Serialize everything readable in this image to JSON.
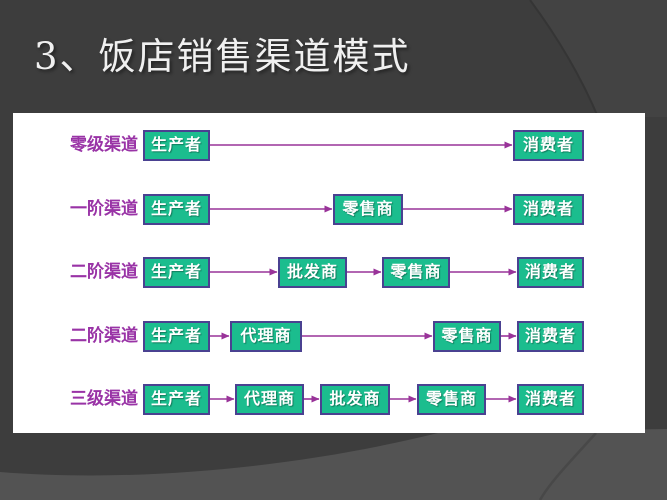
{
  "colors": {
    "page_bg": "#3d3d3d",
    "swoosh": "#535353",
    "swoosh_top": "#434343",
    "curve_top": "#353535",
    "curve_bottom": "#484848",
    "panel_bg": "#ffffff",
    "title_text": "#f0f0f0",
    "node_fill": "#1bbd8e",
    "node_border": "#4a4191",
    "node_text": "#ffffff",
    "label_text": "#9933a6",
    "arrow": "#993399"
  },
  "slide": {
    "title": "3、饭店销售渠道模式"
  },
  "diagram": {
    "rows": [
      {
        "label": "零级渠道",
        "nodes": [
          "生产者",
          "消费者"
        ]
      },
      {
        "label": "一阶渠道",
        "nodes": [
          "生产者",
          "零售商",
          "消费者"
        ]
      },
      {
        "label": "二阶渠道",
        "nodes": [
          "生产者",
          "批发商",
          "零售商",
          "消费者"
        ]
      },
      {
        "label": "二阶渠道",
        "nodes": [
          "生产者",
          "代理商",
          "零售商",
          "消费者"
        ]
      },
      {
        "label": "三级渠道",
        "nodes": [
          "生产者",
          "代理商",
          "批发商",
          "零售商",
          "消费者"
        ]
      }
    ]
  }
}
